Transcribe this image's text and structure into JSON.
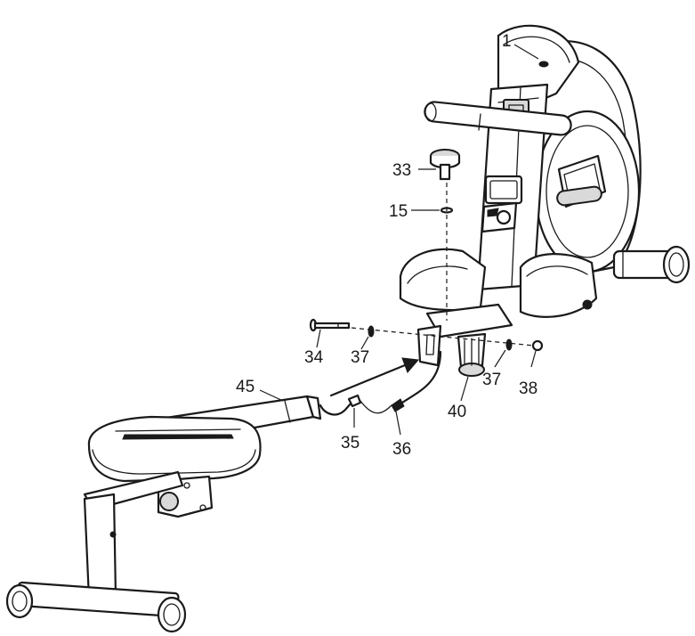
{
  "parts": [
    {
      "id": "p1",
      "number": "1"
    },
    {
      "id": "p33",
      "number": "33"
    },
    {
      "id": "p15",
      "number": "15"
    },
    {
      "id": "p34",
      "number": "34"
    },
    {
      "id": "p37a",
      "number": "37"
    },
    {
      "id": "p37b",
      "number": "37"
    },
    {
      "id": "p38",
      "number": "38"
    },
    {
      "id": "p40",
      "number": "40"
    },
    {
      "id": "p45",
      "number": "45"
    },
    {
      "id": "p35",
      "number": "35"
    },
    {
      "id": "p36",
      "number": "36"
    }
  ]
}
